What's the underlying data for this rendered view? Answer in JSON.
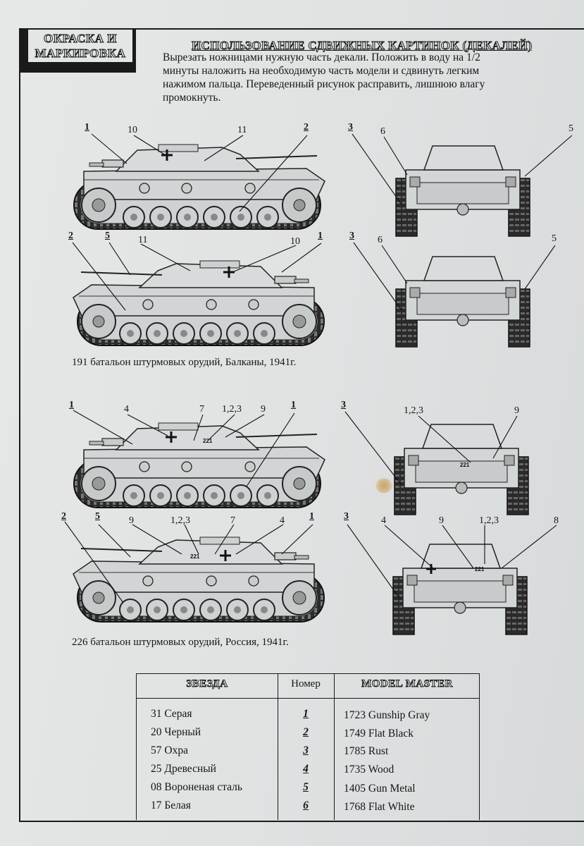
{
  "section_title": [
    "ОКРАСКА И",
    "МАРКИРОВКА"
  ],
  "instructions": {
    "title": "ИСПОЛЬЗОВАНИЕ СДВИЖНЫХ КАРТИНОК (ДЕКАЛЕЙ)",
    "text": "Вырезать ножницами нужную часть декали. Положить в воду на 1/2\nминуты наложить на необходимую часть модели и сдвинуть легким\nнажимом пальца. Переведенный рисунок расправить, лишнюю влагу\nпромокнуть."
  },
  "variant1": {
    "caption": "191 батальон штурмовых орудий, Балканы, 1941г.",
    "side_top_labels": [
      "1",
      "10",
      "11",
      "2"
    ],
    "side_bottom_labels": [
      "2",
      "5",
      "11",
      "10",
      "1"
    ],
    "rear_labels": [
      "3",
      "6",
      "5"
    ],
    "front_labels": [
      "3",
      "6",
      "5"
    ]
  },
  "variant2": {
    "caption": "226 батальон штурмовых орудий, Россия, 1941г.",
    "side_top_labels": [
      "1",
      "4",
      "7",
      "1,2,3",
      "9",
      "1"
    ],
    "side_bottom_labels": [
      "2",
      "5",
      "9",
      "1,2,3",
      "7",
      "4",
      "1"
    ],
    "front_labels": [
      "3",
      "1,2,3",
      "9"
    ],
    "rear_labels": [
      "3",
      "4",
      "9",
      "1,2,3",
      "8"
    ],
    "marking": "221"
  },
  "paint_table": {
    "headers": [
      "ЗВЕЗДА",
      "Номер",
      "MODEL MASTER"
    ],
    "rows": [
      {
        "zvezda": "31 Серая",
        "num": "1",
        "mm": "1723 Gunship Gray"
      },
      {
        "zvezda": "20 Черный",
        "num": "2",
        "mm": "1749 Flat Black"
      },
      {
        "zvezda": "57 Охра",
        "num": "3",
        "mm": "1785 Rust"
      },
      {
        "zvezda": "25 Древесный",
        "num": "4",
        "mm": "1735 Wood"
      },
      {
        "zvezda": "08 Вороненая сталь",
        "num": "5",
        "mm": "1405 Gun Metal"
      },
      {
        "zvezda": "17 Белая",
        "num": "6",
        "mm": "1768 Flat White"
      }
    ]
  }
}
